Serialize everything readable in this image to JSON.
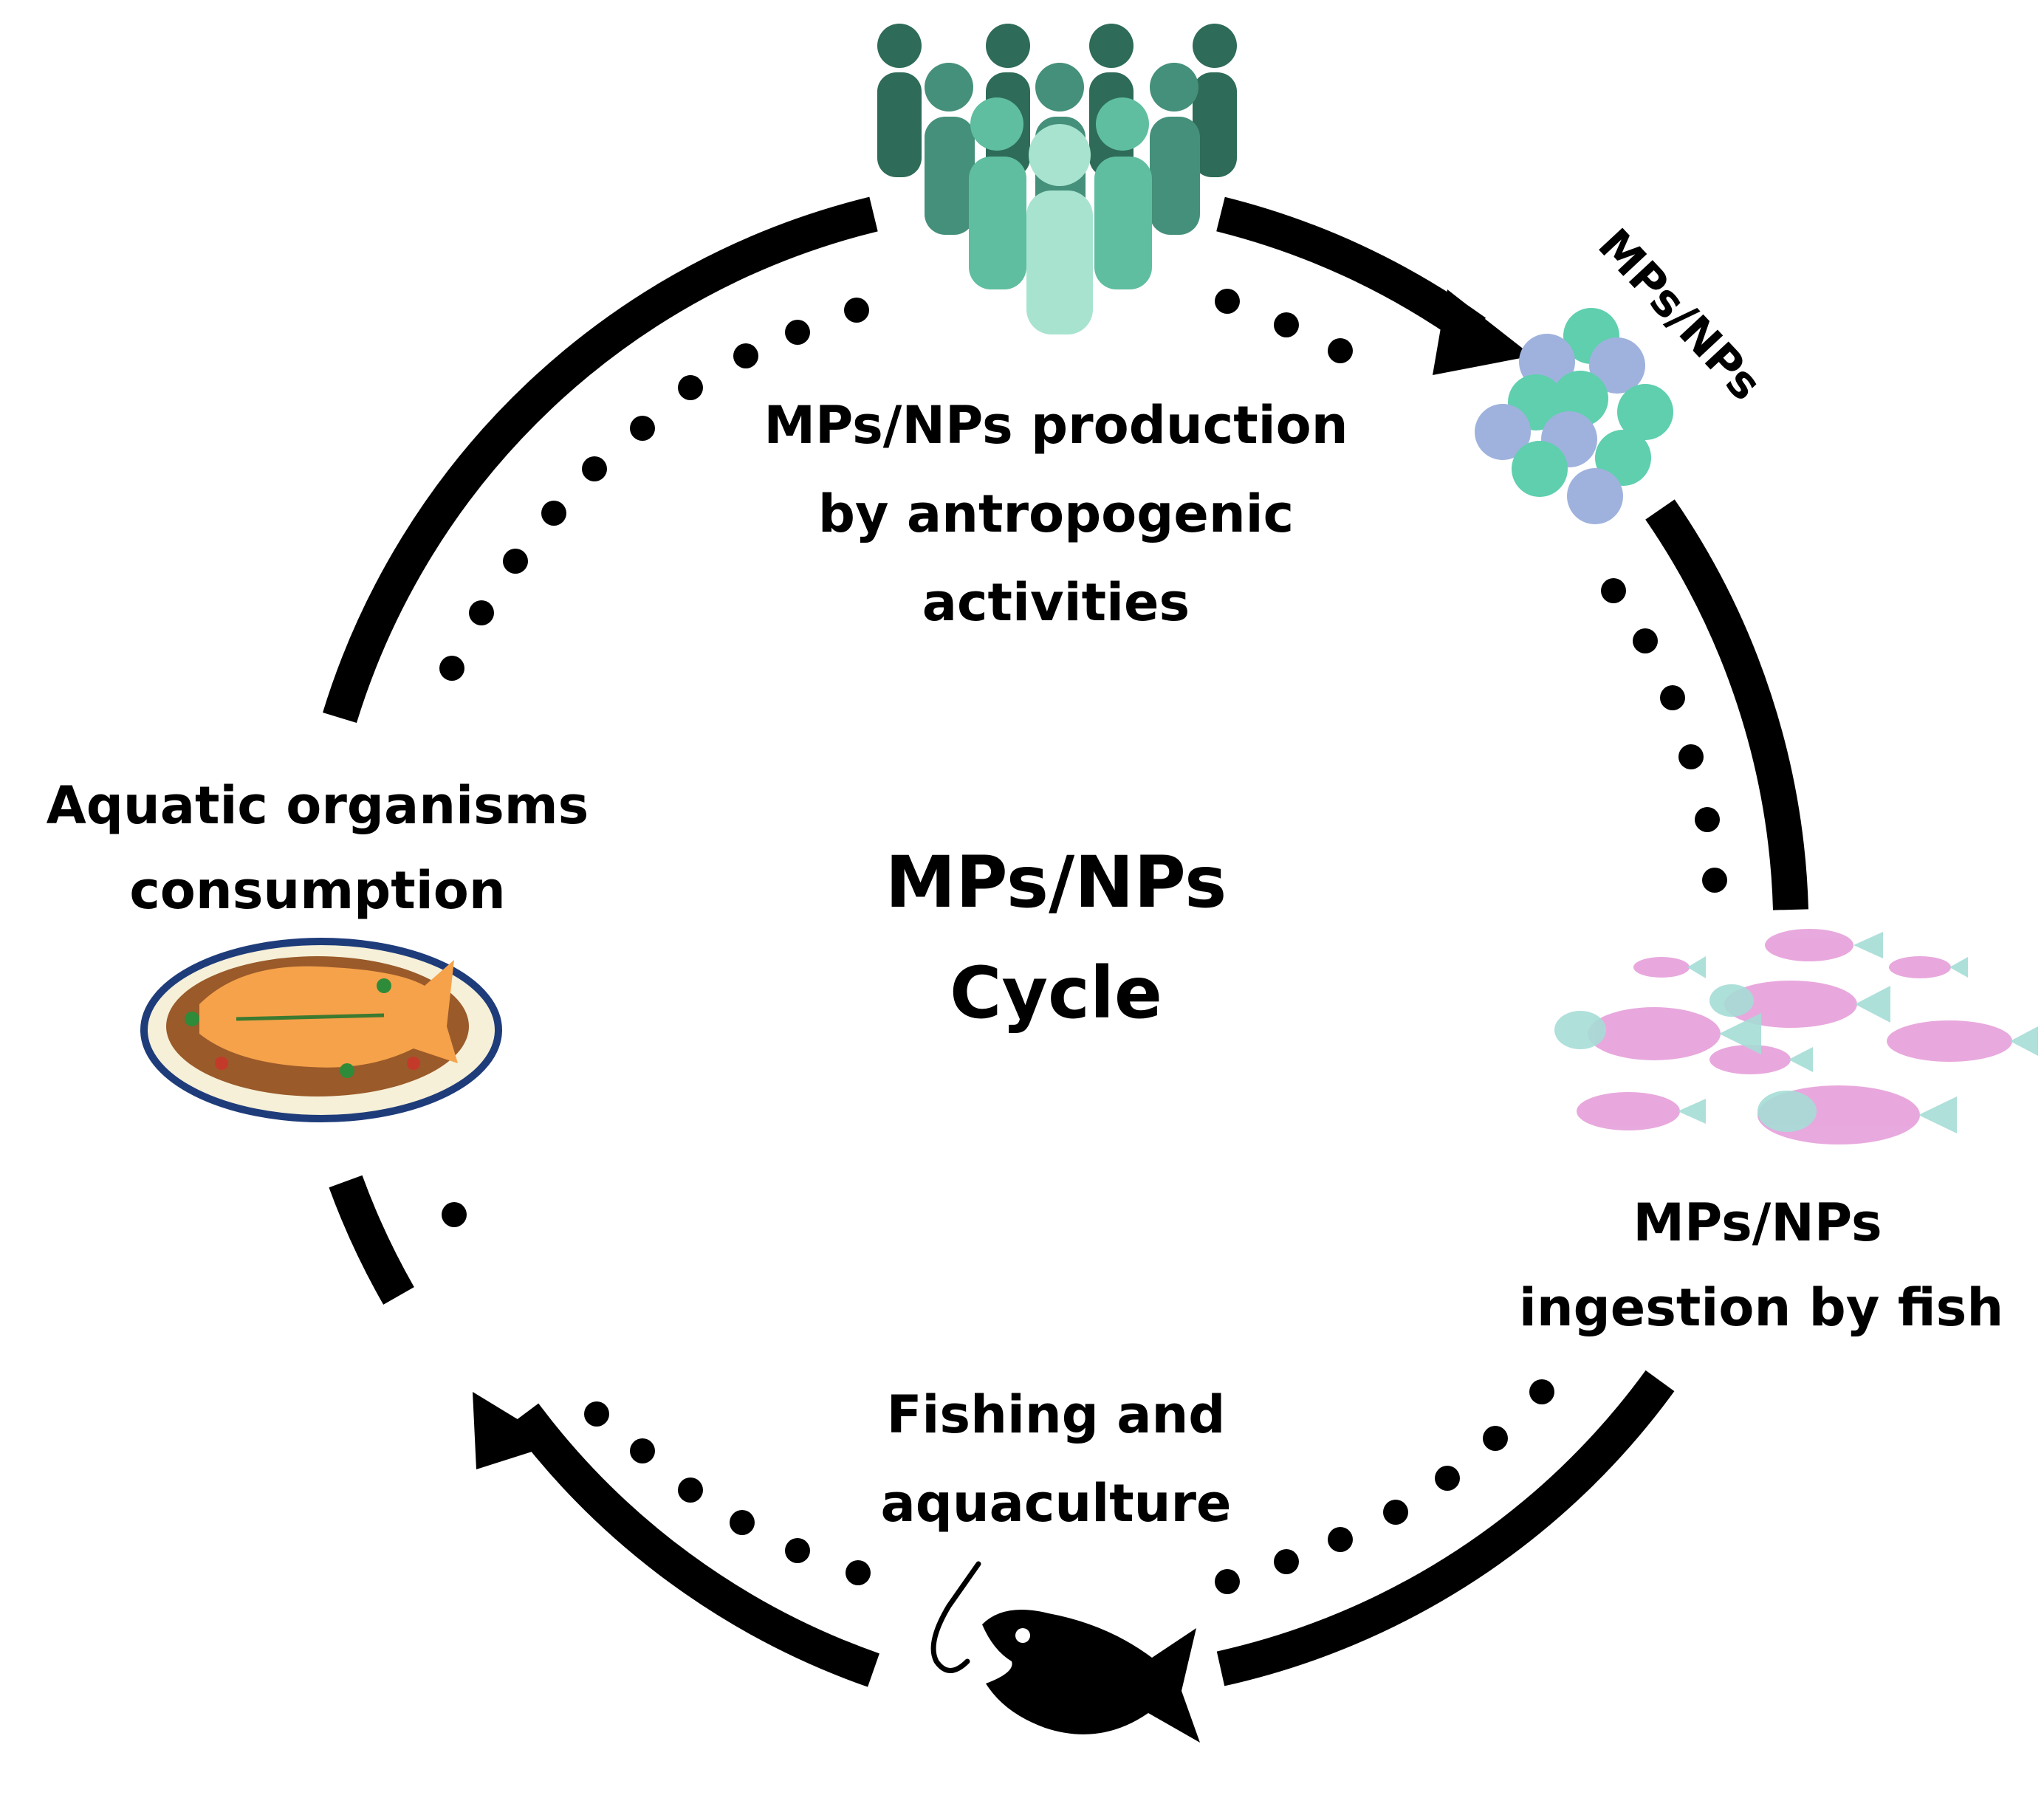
{
  "center_title": {
    "line1": "MPs/NPs",
    "line2": "Cycle"
  },
  "stages": {
    "production": {
      "line1": "MPs/NPs production",
      "line2": "by antropogenic",
      "line3": "activities"
    },
    "particles": {
      "label": "MPs/NPs"
    },
    "ingestion": {
      "line1": "MPs/NPs",
      "line2": "ingestion by fish"
    },
    "fishing": {
      "line1": "Fishing and",
      "line2": "aquaculture"
    },
    "consumption": {
      "line1": "Aquatic organisms",
      "line2": "consumption"
    }
  },
  "icons": [
    "people-crowd-icon",
    "particles-cluster-icon",
    "fish-school-icon",
    "fish-hook-icon",
    "fish-dish-icon"
  ],
  "colors": {
    "arc": "#000000",
    "people_dark": "#2e6b58",
    "people_mid": "#45907a",
    "people_light": "#5fbea0",
    "people_pale": "#a8e3d0",
    "particle_green": "#5fcfae",
    "particle_blue": "#9fb2dd",
    "fish_pink": "#e49ad8",
    "fish_teal": "#a6ddd6"
  }
}
